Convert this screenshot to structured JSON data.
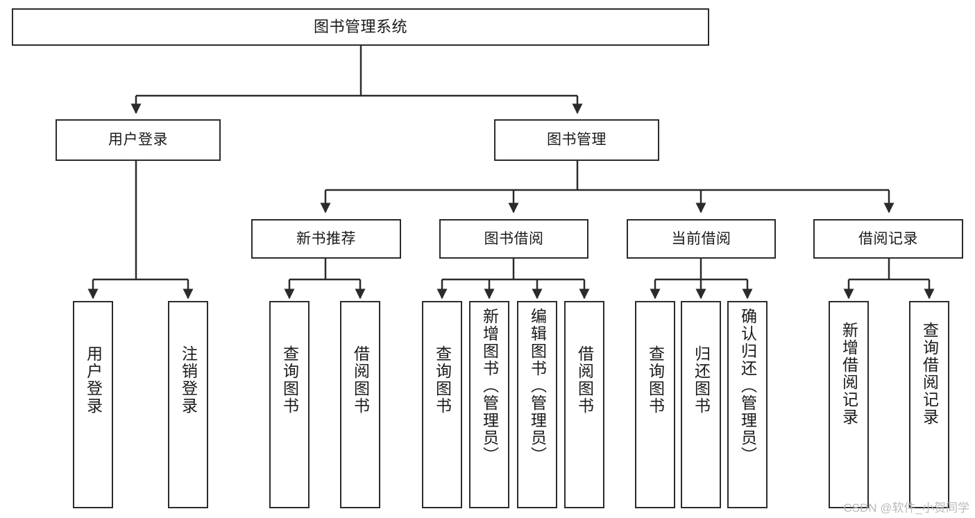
{
  "diagram": {
    "type": "tree-hierarchy",
    "title": "图书管理系统",
    "root": {
      "label": "图书管理系统"
    },
    "level2": [
      {
        "label": "用户登录"
      },
      {
        "label": "图书管理"
      }
    ],
    "level3": [
      {
        "label": "新书推荐"
      },
      {
        "label": "图书借阅"
      },
      {
        "label": "当前借阅"
      },
      {
        "label": "借阅记录"
      }
    ],
    "leaves": {
      "user_login": [
        {
          "label": "用户登录"
        },
        {
          "label": "注销登录"
        }
      ],
      "new_book_recommend": [
        {
          "label": "查询图书"
        },
        {
          "label": "借阅图书"
        }
      ],
      "book_borrow": [
        {
          "label": "查询图书"
        },
        {
          "label": "新增图书（管理员）"
        },
        {
          "label": "编辑图书（管理员）"
        },
        {
          "label": "借阅图书"
        }
      ],
      "current_borrow": [
        {
          "label": "查询图书"
        },
        {
          "label": "归还图书"
        },
        {
          "label": "确认归还（管理员）"
        }
      ],
      "borrow_record": [
        {
          "label": "新增借阅记录"
        },
        {
          "label": "查询借阅记录"
        }
      ]
    }
  },
  "watermark": {
    "text": "CSDN @软件_小贺同学"
  },
  "colors": {
    "stroke": "#2b2b2b",
    "background": "#ffffff",
    "text": "#1a1a1a",
    "watermark": "#b9b9b9"
  }
}
